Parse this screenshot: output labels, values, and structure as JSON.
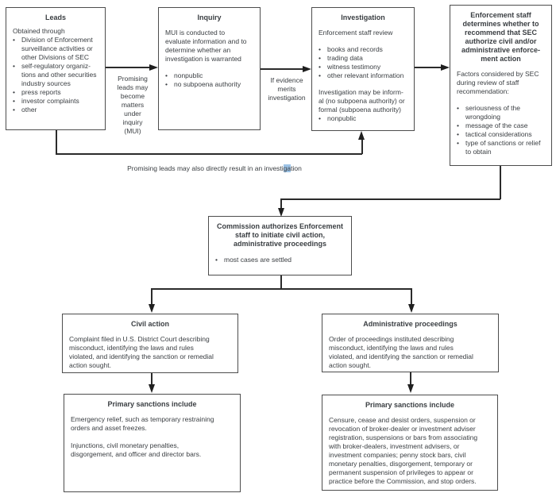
{
  "colors": {
    "background": "#ffffff",
    "border": "#4d4d4d",
    "text": "#3a3e42",
    "arrow": "#1f1f1f",
    "selection_highlight": "#9dc3e6"
  },
  "boxes": {
    "leads": {
      "title": "Leads",
      "intro": "Obtained through",
      "bullets": [
        "Division of Enforcement\nsurveillance activities or\nother Divisions of SEC",
        "self-regulatory organiz-\ntions and other securities\nindustry sources",
        "press reports",
        "investor complaints",
        "other"
      ]
    },
    "inquiry": {
      "title": "Inquiry",
      "intro": "MUI is conducted to\nevaluate information and to\ndetermine whether an\ninvestigation is warranted",
      "bullets": [
        "nonpublic",
        "no subpoena authority"
      ]
    },
    "investigation": {
      "title": "Investigation",
      "intro": "Enforcement staff review",
      "bullets": [
        "books and records",
        "trading data",
        "witness testimony",
        "other relevant information"
      ],
      "para2": "Investigation may be inform-\nal (no subpoena authority) or\nformal (subpoena authority)",
      "bullets2": [
        "nonpublic"
      ]
    },
    "enforcement": {
      "title": "Enforcement staff\ndetermines whether to\nrecommend that SEC\nauthorize civil and/or\nadministrative enforce-\nment action",
      "intro": "Factors considered by SEC\nduring review of staff\nrecommendation:",
      "bullets": [
        "seriousness of the\nwrongdoing",
        "message of the case",
        "tactical considerations",
        "type of sanctions or relief\nto obtain"
      ]
    },
    "commission": {
      "title": "Commission authorizes Enforcement\nstaff to initiate civil action,\nadministrative proceedings",
      "bullets": [
        "most cases are settled"
      ]
    },
    "civil_action": {
      "title": "Civil action",
      "body": "Complaint filed in U.S. District Court describing\nmisconduct, identifying the laws and rules\nviolated, and identifying the sanction or remedial\naction sought."
    },
    "admin_proceedings": {
      "title": "Administrative proceedings",
      "body": "Order of proceedings instituted describing\nmisconduct, identifying the laws and rules\nviolated, and identifying the sanction or remedial\naction sought."
    },
    "civil_sanctions": {
      "title": "Primary sanctions include",
      "para1": "Emergency relief, such as temporary restraining\norders and asset freezes.",
      "para2": "Injunctions, civil monetary penalties,\ndisgorgement, and officer and director bars."
    },
    "admin_sanctions": {
      "title": "Primary sanctions include",
      "body": "Censure, cease and desist orders, suspension or\nrevocation of broker-dealer or investment adviser\nregistration, suspensions or bars from associating\nwith broker-dealers, investment advisers, or\ninvestment companies; penny stock bars, civil\nmonetary penalties, disgorgement, temporary or\npermanent suspension of privileges to appear or\npractice before the Commission, and stop orders."
    }
  },
  "edge_labels": {
    "promising_mui": "Promising\nleads may\nbecome\nmatters\nunder\ninquiry\n(MUI)",
    "evidence_merits": "If evidence\nmerits\ninvestigation",
    "direct_investigation": {
      "before": "Promising leads may also directly result in an investi",
      "highlight": "ga",
      "after": "tion"
    }
  }
}
